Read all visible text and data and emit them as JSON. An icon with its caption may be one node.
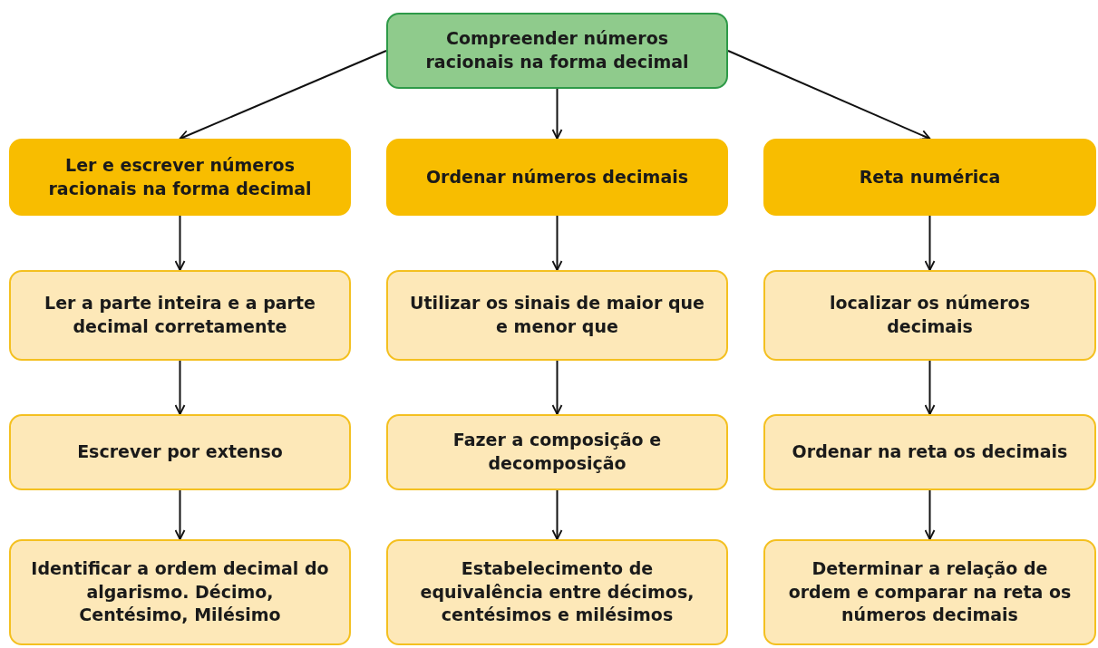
{
  "diagram": {
    "nodes": [
      {
        "text": [
          "Compreender números racionais na forma decimal"
        ]
      },
      {
        "text": [
          "Ler e escrever números racionais na forma decimal"
        ]
      },
      {
        "text": [
          "Ordenar números decimais"
        ]
      },
      {
        "text": [
          "Reta numérica"
        ]
      },
      {
        "text": [
          "Ler a parte inteira e a parte decimal corretamente"
        ]
      },
      {
        "text": [
          "Utilizar os sinais de maior que e menor que"
        ]
      },
      {
        "text": [
          "localizar os números decimais"
        ]
      },
      {
        "text": [
          "Escrever por extenso"
        ]
      },
      {
        "text": [
          "Fazer a composição e decomposição"
        ]
      },
      {
        "text": [
          "Ordenar na reta os decimais"
        ]
      },
      {
        "text": [
          "Identificar a ordem decimal do algarismo. Décimo, Centésimo, Milésimo"
        ]
      },
      {
        "text": [
          "Estabelecimento de equivalência entre décimos, centésimos e milésimos"
        ]
      },
      {
        "text": [
          "Determinar a relação de ordem e comparar na reta os números decimais"
        ]
      }
    ],
    "edges": [
      {
        "from": 0,
        "to": 1,
        "arrow": "to"
      },
      {
        "from": 0,
        "to": 2,
        "arrow": "to"
      },
      {
        "from": 0,
        "to": 3,
        "arrow": "to"
      },
      {
        "from": 1,
        "to": 4,
        "arrow": "to"
      },
      {
        "from": 2,
        "to": 5,
        "arrow": "to"
      },
      {
        "from": 3,
        "to": 6,
        "arrow": "to"
      },
      {
        "from": 4,
        "to": 7,
        "arrow": "to"
      },
      {
        "from": 5,
        "to": 8,
        "arrow": "to"
      },
      {
        "from": 6,
        "to": 9,
        "arrow": "to"
      },
      {
        "from": 7,
        "to": 10,
        "arrow": "to"
      },
      {
        "from": 8,
        "to": 11,
        "arrow": "to"
      },
      {
        "from": 9,
        "to": 12,
        "arrow": "to"
      }
    ]
  }
}
